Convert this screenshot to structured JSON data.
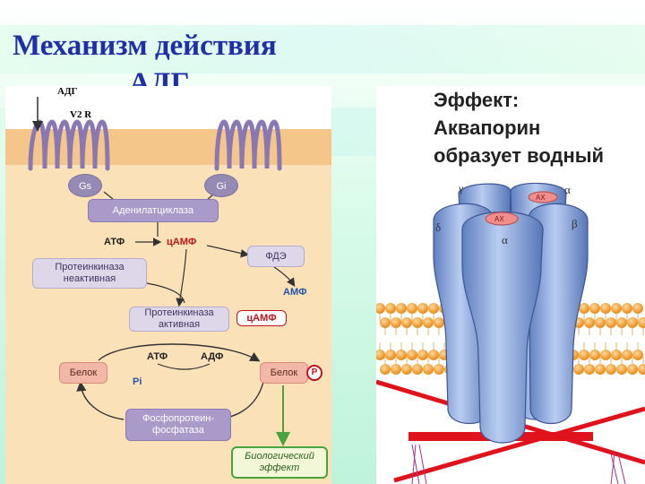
{
  "slide": {
    "title_line1": "Механизм действия",
    "title_line2": "АДГ"
  },
  "left_diagram": {
    "receptor_hormone": "АДГ",
    "receptor_label": "V2  R",
    "g_s": "Gs",
    "g_i": "Gi",
    "adenylate_cyclase": "Аденилатциклаза",
    "atp": "АТФ",
    "camp": "цАМФ",
    "pde": "ФДЭ",
    "pk_inactive_line1": "Протеинкиназа",
    "pk_inactive_line2": "неактивная",
    "amp": "АМФ",
    "pk_active_line1": "Протеинкиназа",
    "pk_active_line2": "активная",
    "camp_bound": "цАМФ",
    "atp2": "АТФ",
    "adp": "АДФ",
    "protein_left": "Белок",
    "protein_right": "Белок",
    "phosphate": "P",
    "pi": "Pi",
    "phosphatase_line1": "Фосфопротеин-",
    "phosphatase_line2": "фосфатаза",
    "bio_effect_line1": "Биологический",
    "bio_effect_line2": "эффект"
  },
  "right_diagram": {
    "effect_line1": "Эффект:",
    "effect_line2": "Аквапорин",
    "effect_line3": "образует водный",
    "gamma": "γ",
    "alpha_top": "α",
    "delta": "δ",
    "beta": "β",
    "alpha_front": "α",
    "ax1": "AX",
    "ax2": "AX"
  },
  "colors": {
    "title": "#1f2fa8",
    "cytoplasm": "#fbe1b8",
    "membrane_top": "#f4c68a",
    "enzyme": "#a99ac9",
    "protein": "#f3b7a7",
    "effect_arrow": "#49a33e",
    "aquaporin": "#7e9fd6",
    "lipid_head": "#f6a94a"
  }
}
